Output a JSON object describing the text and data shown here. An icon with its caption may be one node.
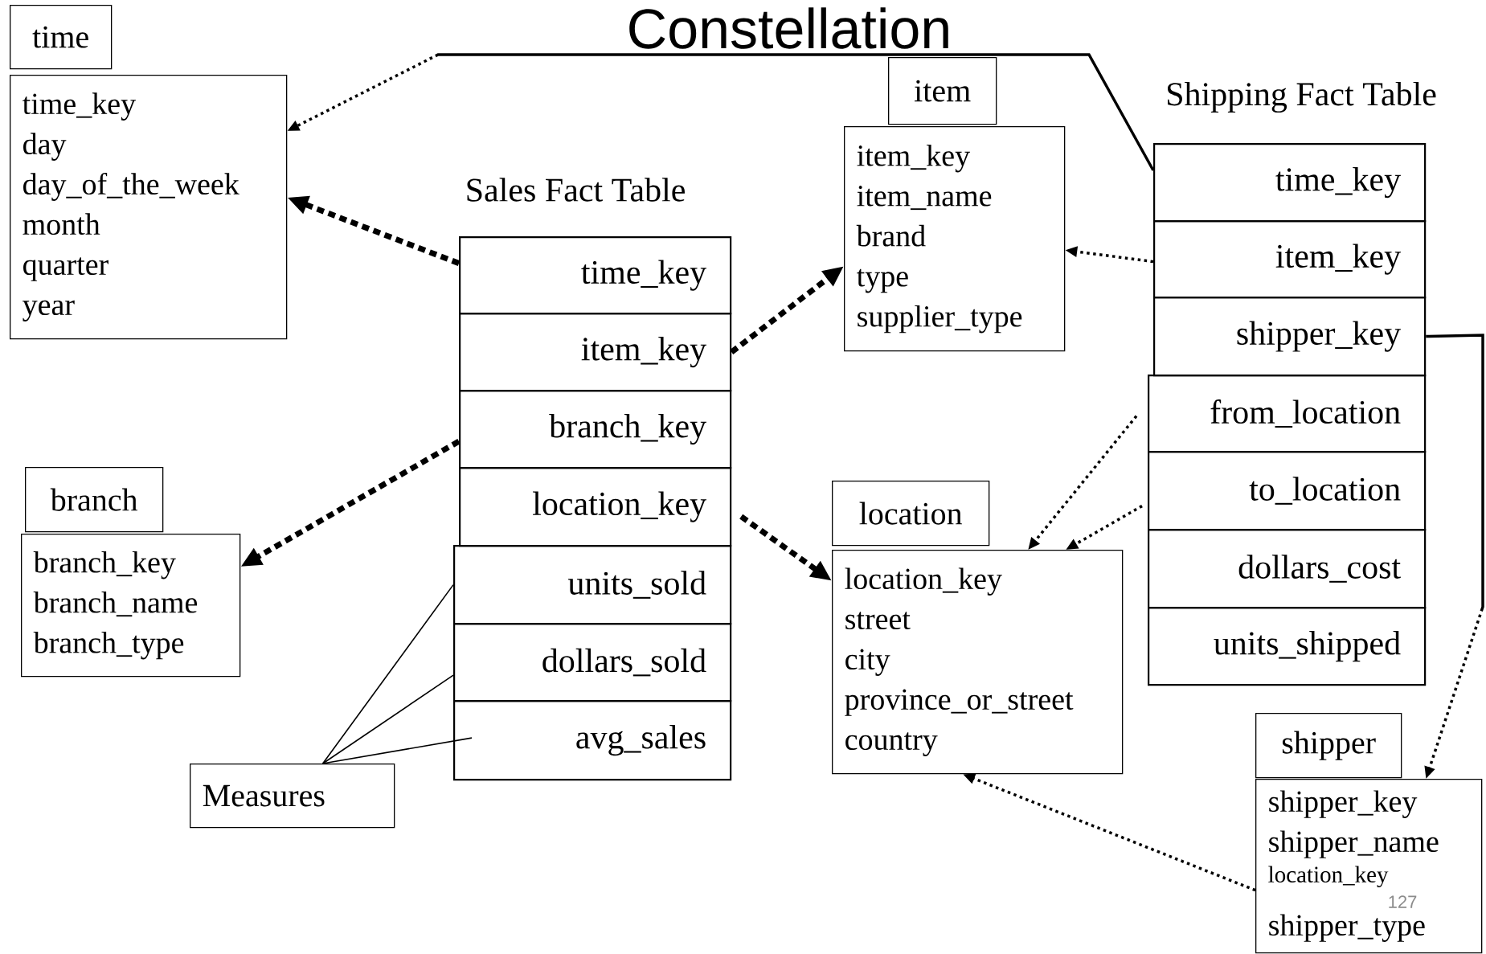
{
  "diagram": {
    "title": "Constellation",
    "nodes": [
      {
        "text": [
          "time"
        ]
      },
      {
        "text": [
          "time_key",
          "day",
          "day_of_the_week",
          "month",
          "quarter",
          "year"
        ]
      },
      {
        "text": [
          "item"
        ]
      },
      {
        "text": [
          "item_key",
          "item_name",
          "brand",
          "type",
          "supplier_type"
        ]
      },
      {
        "text": [
          "time_key"
        ]
      },
      {
        "text": [
          "item_key"
        ]
      },
      {
        "text": [
          "branch_key"
        ]
      },
      {
        "text": [
          "location_key"
        ]
      },
      {
        "text": [
          "units_sold"
        ]
      },
      {
        "text": [
          "dollars_sold"
        ]
      },
      {
        "text": [
          "avg_sales"
        ]
      },
      {
        "text": [
          "time_key"
        ]
      },
      {
        "text": [
          "item_key"
        ]
      },
      {
        "text": [
          "shipper_key"
        ]
      },
      {
        "text": [
          "from_location"
        ]
      },
      {
        "text": [
          "to_location"
        ]
      },
      {
        "text": [
          "dollars_cost"
        ]
      },
      {
        "text": [
          "units_shipped"
        ]
      },
      {
        "text": [
          "branch"
        ]
      },
      {
        "text": [
          "branch_key",
          "branch_name",
          "branch_type"
        ]
      },
      {
        "text": [
          "location"
        ]
      },
      {
        "text": [
          "location_key",
          "street",
          "city",
          "province_or_street",
          "country"
        ]
      },
      {
        "text": [
          "Measures"
        ]
      },
      {
        "text": [
          "shipper"
        ]
      },
      {
        "text": [
          "shipper_key",
          "shipper_name",
          "location_key",
          "shipper_type"
        ]
      }
    ],
    "edges": [
      {
        "from": 4,
        "to": 1,
        "arrow": "to",
        "style": "dashed"
      },
      {
        "from": 5,
        "to": 3,
        "arrow": "to",
        "style": "dashed"
      },
      {
        "from": 6,
        "to": 19,
        "arrow": "to",
        "style": "dashed"
      },
      {
        "from": 7,
        "to": 21,
        "arrow": "to",
        "style": "dashed"
      },
      {
        "from": 11,
        "to": 1,
        "arrow": "to",
        "style": "dashed"
      },
      {
        "from": 12,
        "to": 3,
        "arrow": "to",
        "style": "dashed"
      },
      {
        "from": 13,
        "to": 24,
        "arrow": "to",
        "style": "dashed"
      },
      {
        "from": 14,
        "to": 21,
        "arrow": "to",
        "style": "dashed"
      },
      {
        "from": 15,
        "to": 21,
        "arrow": "to",
        "style": "dashed"
      },
      {
        "from": 24,
        "to": 21,
        "arrow": "to",
        "style": "dashed"
      },
      {
        "from": 22,
        "to": 8,
        "arrow": "none"
      },
      {
        "from": 22,
        "to": 9,
        "arrow": "none"
      },
      {
        "from": 22,
        "to": 10,
        "arrow": "none"
      }
    ],
    "labels": [
      "Sales Fact Table",
      "Shipping Fact Table",
      "127"
    ]
  }
}
